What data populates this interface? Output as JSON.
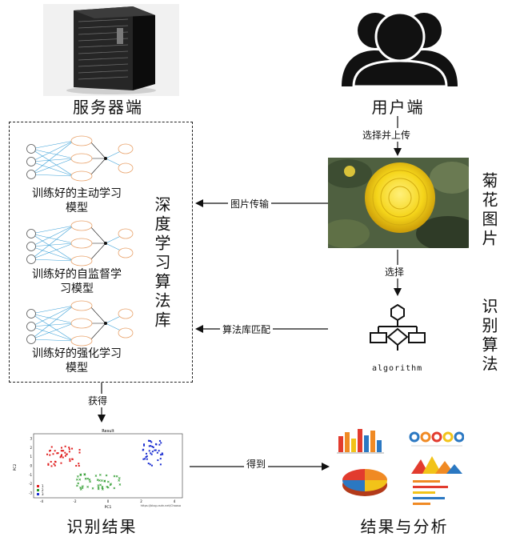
{
  "server_label": "服务器端",
  "user_label": "用户端",
  "edge_select_upload": "选择并上传",
  "edge_image_transfer": "图片传输",
  "edge_select": "选择",
  "edge_algo_match": "算法库匹配",
  "edge_obtain": "获得",
  "edge_get": "得到",
  "side_flower_image": "菊花图片",
  "side_recognition_algo": "识别算法",
  "side_dl_library": "深度学习算法库",
  "model_active": "训练好的主动学习模型",
  "model_self_supervised": "训练好的自监督学习模型",
  "model_reinforcement": "训练好的强化学习模型",
  "algorithm_caption": "algorithm",
  "result_label": "识别结果",
  "analysis_label": "结果与分析",
  "scatter_title": "Result",
  "scatter_xlabel": "PC1",
  "scatter_ylabel": "PC2",
  "scatter_legend": [
    "1",
    "2",
    "3"
  ],
  "scatter_xticks": [
    "-4",
    "-2",
    "0",
    "2",
    "4"
  ],
  "scatter_yticks": [
    "3",
    "2",
    "1",
    "0",
    "-1",
    "-2",
    "-3"
  ],
  "scatter_watermark": "https://blog.csdn.net/Chaosa",
  "colors": {
    "red": "#e02020",
    "green": "#2a9a2a",
    "blue": "#1c2fd1",
    "arrow": "#111111"
  }
}
